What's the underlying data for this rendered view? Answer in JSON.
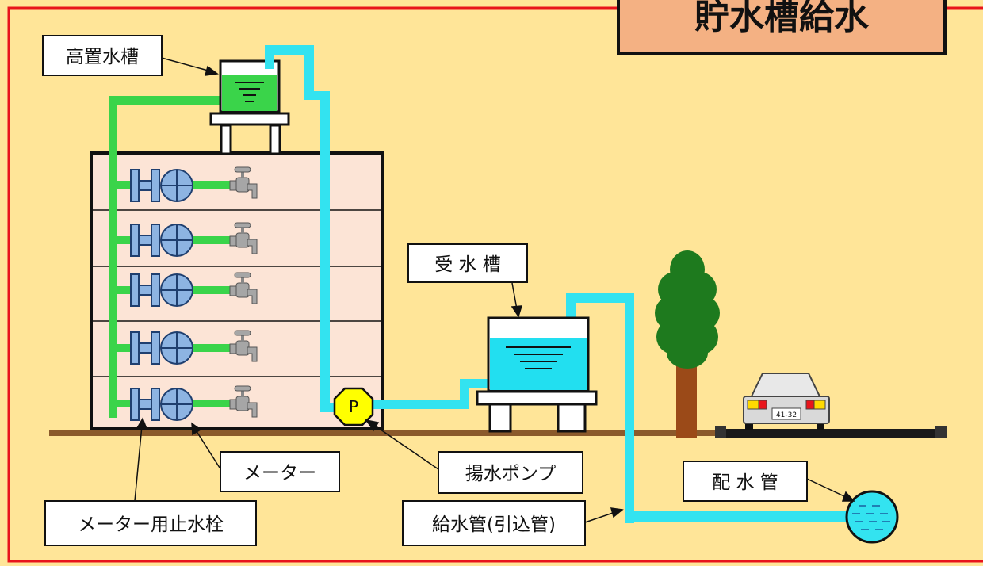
{
  "title": "貯水槽給水",
  "labels": {
    "elevated_tank": "高置水槽",
    "receiving_tank": "受 水 槽",
    "meter": "メーター",
    "meter_stop_valve": "メーター用止水栓",
    "pump": "揚水ポンプ",
    "supply_pipe": "給水管(引込管)",
    "distribution_pipe": "配 水 管",
    "pump_symbol": "P",
    "license_plate": "41-32"
  },
  "colors": {
    "background": "#ffe598",
    "frame": "#e8141b",
    "title_box": "#f4b183",
    "building": "#fce4d6",
    "green_pipe": "#3ad44a",
    "cyan_pipe": "#33e3f0",
    "water_tank_green": "#3ad44a",
    "water_tank_cyan": "#22dff0",
    "meter": "#8db4e2",
    "faucet": "#a6a6a6",
    "ground": "#8b5a2b",
    "pump": "#ffff00",
    "tree_leaves": "#1e7a1e",
    "tree_trunk": "#9b4a18",
    "car_body": "#d9d9d9",
    "road": "#1a1a1a"
  }
}
